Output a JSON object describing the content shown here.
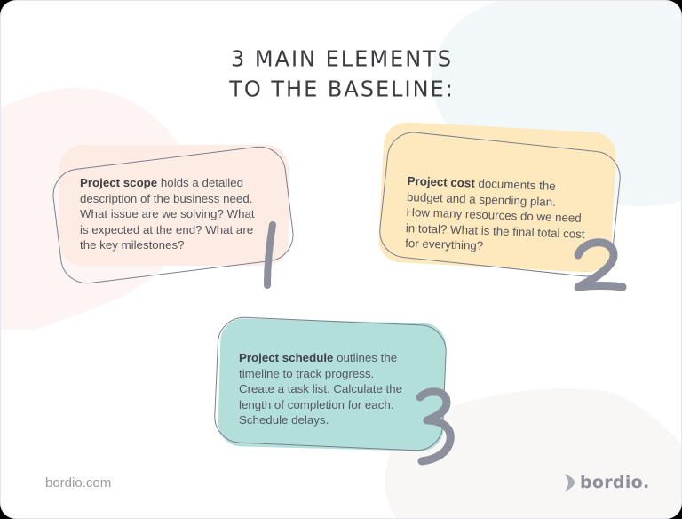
{
  "title": {
    "line1": "3 MAIN ELEMENTS",
    "line2": "TO THE BASELINE:"
  },
  "elements": [
    {
      "number": "1",
      "heading": "Project scope",
      "lines": [
        "holds a detailed",
        "description of the business need.",
        "What issue are we solving? What",
        "is expected at the end? What are",
        "the key milestones?"
      ],
      "color": "#fdece3"
    },
    {
      "number": "2",
      "heading": "Project cost",
      "lines": [
        "documents the",
        "budget and a spending plan.",
        "How many resources do we need",
        "in total? What is the final total cost",
        "for everything?"
      ],
      "color": "#fde9bd"
    },
    {
      "number": "3",
      "heading": "Project schedule",
      "lines": [
        "outlines the",
        "timeline to track progress.",
        "Create a task list. Calculate the",
        "length of completion for each.",
        "Schedule delays."
      ],
      "color": "#b3dfda"
    }
  ],
  "footer": {
    "url": "bordio.com",
    "brand": "bordio."
  },
  "colors": {
    "numeral": "#8c909c",
    "outline": "#7a7f8f",
    "blob_pink": "#fdf6f4",
    "blob_blue": "#f2f8f9",
    "blob_gray": "#f8f7f6"
  }
}
